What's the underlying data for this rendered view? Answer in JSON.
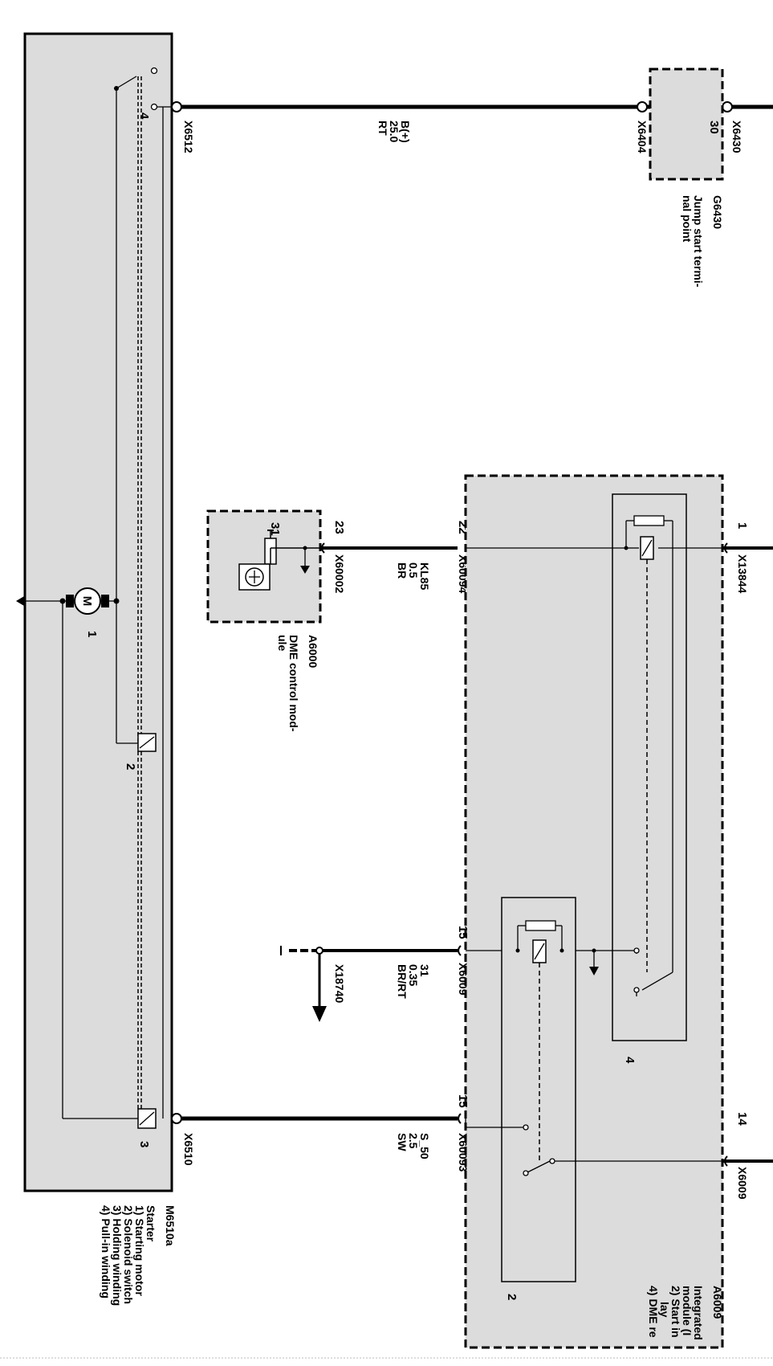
{
  "colors": {
    "box_fill": "#dcdcdc",
    "wire": "#000000",
    "background": "#ffffff"
  },
  "starter": {
    "connector_b": "X6512",
    "connector_s": "X6510",
    "ref": "M6510a",
    "name": "Starter",
    "parts": [
      "1) Starting motor",
      "2) Solenoid switch",
      "3) Holding winding",
      "4) Pull-in winding"
    ],
    "tags": {
      "motor": "1",
      "solenoid": "2",
      "holding": "3",
      "pullin": "4"
    },
    "motor_symbol": "M"
  },
  "wire_b": {
    "signal": "B(+)",
    "size": "25.0",
    "color": "RT"
  },
  "jump_start": {
    "ref": "G6430",
    "line1": "Jump start termi-",
    "line2": "nal point",
    "pin": "30",
    "connector_in": "X6404",
    "connector_out": "X6430"
  },
  "dme": {
    "ref": "A6000",
    "line1": "DME control mod-",
    "line2": "ule",
    "pin_ground": "31",
    "pin_out": "23",
    "connector": "X60002"
  },
  "wire_kl85": {
    "signal": "KL85",
    "size": "0.5",
    "color": "BR",
    "pin": "22",
    "connector": "X60094"
  },
  "wire_31": {
    "signal": "31",
    "size": "0.35",
    "color": "BR/RT",
    "pin": "15",
    "connector": "X6009",
    "ground_connector": "X18740"
  },
  "wire_s50": {
    "signal": "S_50",
    "size": "2.5",
    "color": "SW",
    "pin": "15",
    "connector": "X60093"
  },
  "module": {
    "ref": "A6009",
    "lines": [
      "Integrated",
      "module (I",
      "2) Start in",
      "lay",
      "4) DME re"
    ],
    "relay_start_tag": "2",
    "relay_dme_tag": "4",
    "pin_top": "1",
    "connector_top": "X13844",
    "pin_s": "14",
    "connector_s": "X6009"
  }
}
